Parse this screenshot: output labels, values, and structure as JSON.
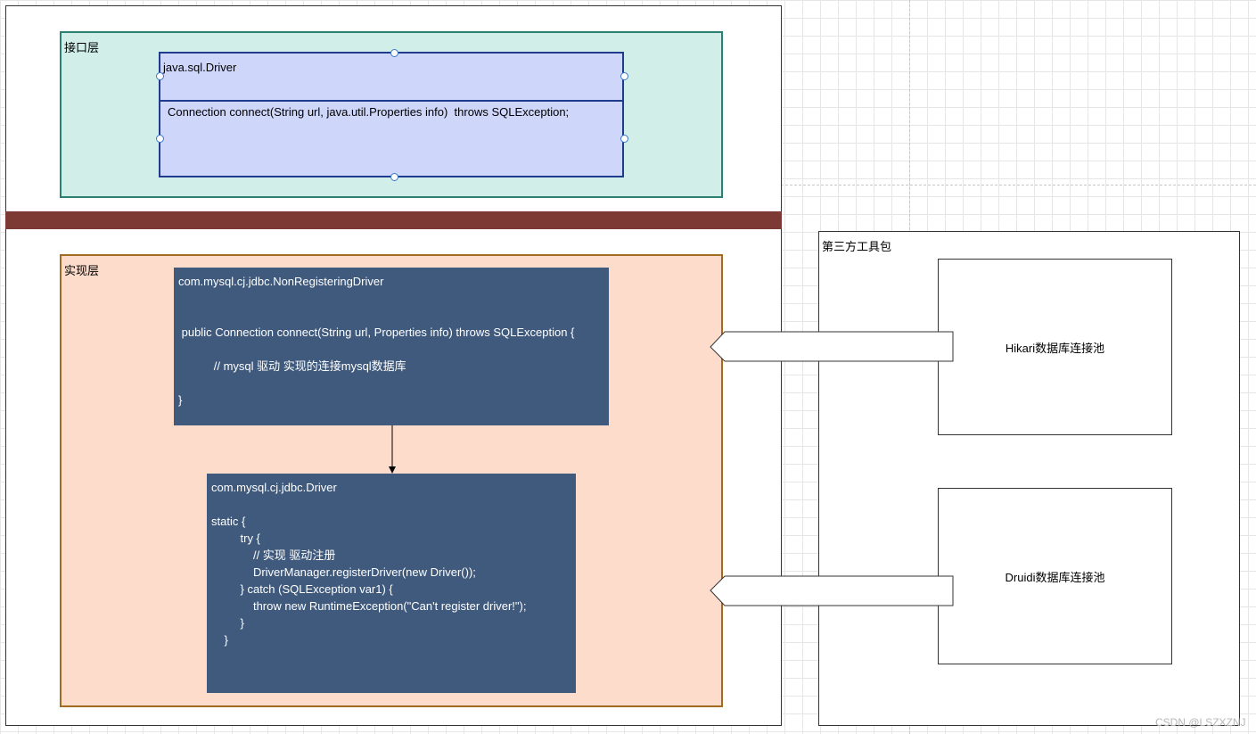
{
  "interface_layer": {
    "label": "接口层",
    "class_name": "java.sql.Driver",
    "method": "Connection connect(String url, java.util.Properties info)  throws SQLException;"
  },
  "impl_layer": {
    "label": "实现层",
    "non_registering_driver": {
      "code": "com.mysql.cj.jdbc.NonRegisteringDriver\n\n\n public Connection connect(String url, Properties info) throws SQLException {\n\n           // mysql 驱动 实现的连接mysql数据库\n\n}"
    },
    "driver": {
      "code": "com.mysql.cj.jdbc.Driver\n\nstatic {\n         try {\n             // 实现 驱动注册\n             DriverManager.registerDriver(new Driver());\n         } catch (SQLException var1) {\n             throw new RuntimeException(\"Can't register driver!\");\n         }\n    }"
    }
  },
  "third_party": {
    "label": "第三方工具包",
    "hikari": "Hikari数据库连接池",
    "druid": "Druidi数据库连接池"
  },
  "watermark": "CSDN @LSZXZNJ",
  "colors": {
    "separator": "#7d3a35",
    "interface_fill": "#d1efe8",
    "impl_fill": "#fddccb",
    "uml_fill": "#ced6fa",
    "code_fill": "#3f5a7c"
  }
}
